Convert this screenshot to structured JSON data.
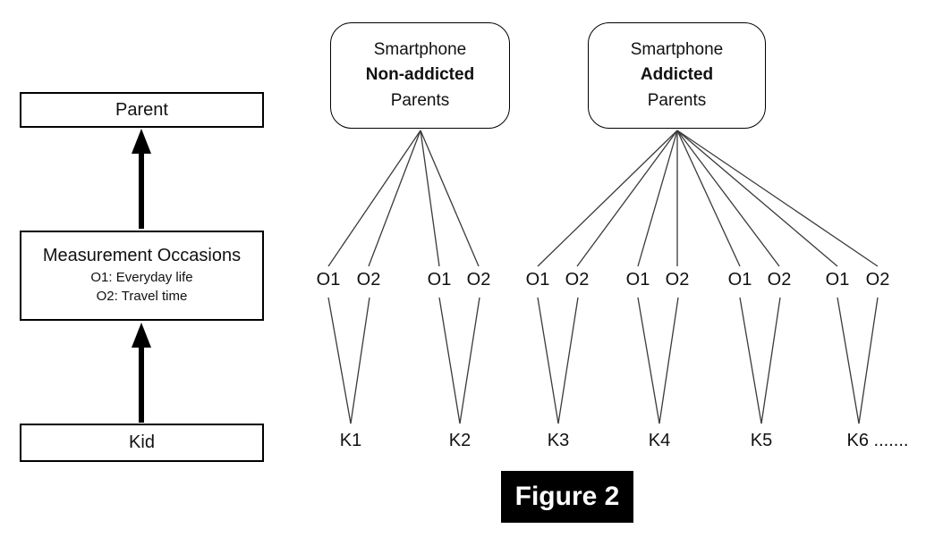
{
  "figure": {
    "caption": "Figure 2",
    "left_flow": {
      "parent_label": "Parent",
      "measurement_title": "Measurement Occasions",
      "measurement_sub1": "O1: Everyday life",
      "measurement_sub2": "O2: Travel time",
      "kid_label": "Kid"
    },
    "groups": [
      {
        "line1": "Smartphone",
        "line2": "Non-addicted",
        "line3": "Parents"
      },
      {
        "line1": "Smartphone",
        "line2": "Addicted",
        "line3": "Parents"
      }
    ],
    "occasion_labels": [
      "O1",
      "O2",
      "O1",
      "O2",
      "O1",
      "O2",
      "O1",
      "O2",
      "O1",
      "O2",
      "O1",
      "O2"
    ],
    "kid_labels": [
      "K1",
      "K2",
      "K3",
      "K4",
      "K5",
      "K6 ......."
    ],
    "structure": {
      "non_addicted_kids": [
        "K1",
        "K2"
      ],
      "addicted_kids": [
        "K3",
        "K4",
        "K5",
        "K6"
      ],
      "occasions_per_kid": 2
    },
    "colors": {
      "line": "#3a3a3a",
      "border": "#000000",
      "arrow": "#000000",
      "caption_bg": "#000000",
      "caption_text": "#ffffff",
      "background": "#ffffff"
    }
  }
}
